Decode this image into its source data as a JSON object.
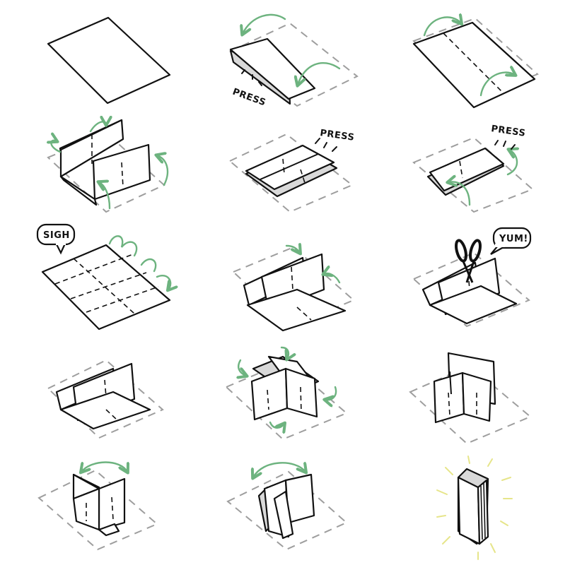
{
  "labels": {
    "press_1": "PRESS",
    "press_2": "PRESS",
    "press_3": "PRESS",
    "sigh": "SIGH",
    "yum": "YUM!"
  },
  "colors": {
    "arrow": "#6db37f",
    "guide": "#9e9e9e",
    "shade": "#d9d9d9",
    "glow": "#e6e58a"
  },
  "icons": [
    "curved-arrow-icon",
    "scissors-icon",
    "speech-bubble-icon"
  ]
}
